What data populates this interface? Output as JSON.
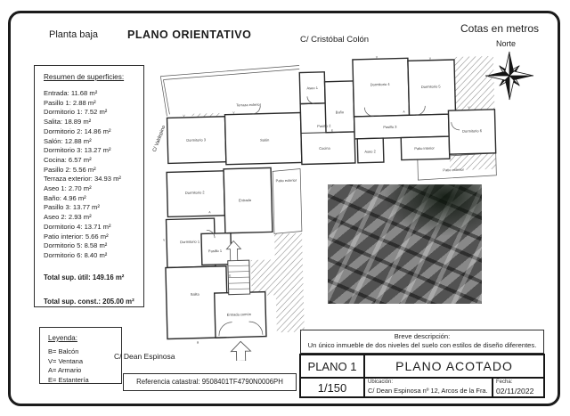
{
  "header": {
    "floor": "Planta baja",
    "title": "PLANO ORIENTATIVO",
    "units_note": "Cotas en metros",
    "compass_label": "Norte"
  },
  "streets": {
    "top": "C/ Cristóbal Colón",
    "left": "C/ Valdepino",
    "bottom": "C/ Dean Espinosa"
  },
  "summary": {
    "title": "Resumen de superficies:",
    "lines": [
      "Entrada: 11.68 m²",
      "Pasillo 1: 2.88 m²",
      "Dormitorio 1: 7.52 m²",
      "Salita: 18.89 m²",
      "Dormitorio 2: 14.86 m²",
      "Salón: 12.88 m²",
      "Dormitorio 3: 13.27 m²",
      "Cocina: 6.57 m²",
      "Pasillo 2: 5.56 m²",
      "Terraza exterior: 34.93 m²",
      "Aseo 1: 2.70 m²",
      "Baño: 4.96 m²",
      "Pasillo 3: 13.77 m²",
      "Aseo 2: 2.93 m²",
      "Dormitorio 4: 13.71 m²",
      "Patio interior: 5.66 m²",
      "Dormitorio 5: 8.58 m²",
      "Dormitorio 6: 8.40 m²"
    ],
    "total_util": "Total sup. útil: 149.16 m²",
    "total_const": "Total sup. const.: 205.00 m²"
  },
  "legend": {
    "title": "Leyenda:",
    "items": [
      "B= Balcón",
      "V= Ventana",
      "A= Armario",
      "E= Estantería"
    ]
  },
  "cadastral": "Referencia catastral: 9508401TF4790N0006PH",
  "description": {
    "title": "Breve descripción:",
    "text": "Un único inmueble de dos niveles del suelo con estilos de diseño diferentes."
  },
  "title_block": {
    "plan_id": "PLANO 1",
    "plan_name": "PLANO ACOTADO",
    "scale": "1/150",
    "location_label": "Ubicación:",
    "location": "C/ Dean Espinosa nº 12, Arcos de la Fra.",
    "date_label": "Fecha:",
    "date": "02/11/2022"
  },
  "plan": {
    "rooms": [
      {
        "label": "Terraza exterior"
      },
      {
        "label": "Aseo 1"
      },
      {
        "label": "Baño"
      },
      {
        "label": "Dormitorio 4"
      },
      {
        "label": "Dormitorio 5"
      },
      {
        "label": "Dormitorio 6"
      },
      {
        "label": "Pasillo 2"
      },
      {
        "label": "Pasillo 3"
      },
      {
        "label": "Cocina"
      },
      {
        "label": "Salón"
      },
      {
        "label": "Dormitorio 3"
      },
      {
        "label": "Patio interior"
      },
      {
        "label": "Aseo 2"
      },
      {
        "label": "Patio exterior"
      },
      {
        "label": "Patio exterior"
      },
      {
        "label": "Dormitorio 2"
      },
      {
        "label": "Entrada"
      },
      {
        "label": "Dormitorio 1"
      },
      {
        "label": "Pasillo 1"
      },
      {
        "label": "Salita"
      },
      {
        "label": "Entrada común"
      }
    ],
    "markers": {
      "v": "V",
      "b": "B",
      "a": "A",
      "e": "E"
    }
  }
}
